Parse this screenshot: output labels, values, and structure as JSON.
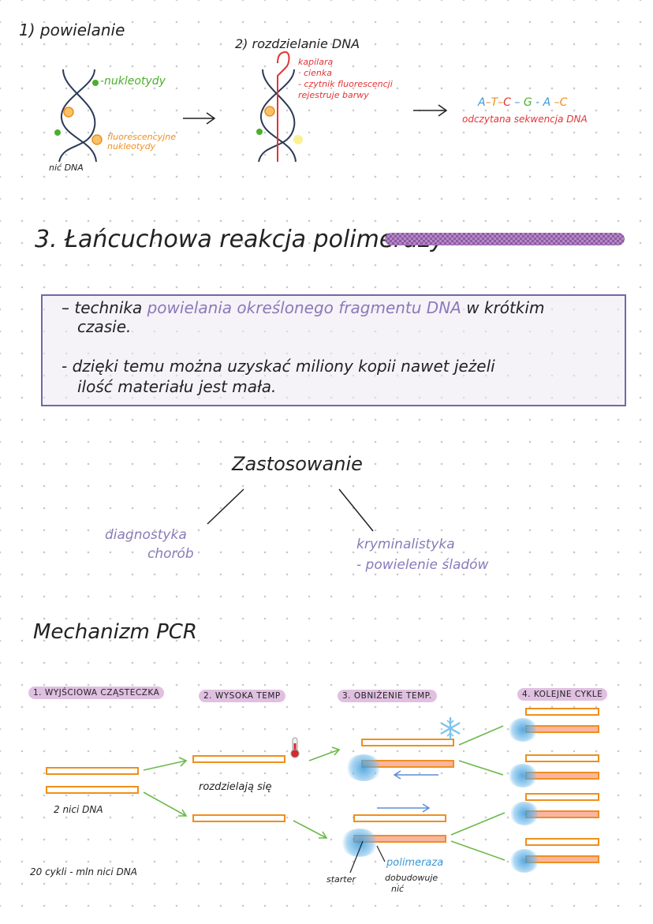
{
  "top": {
    "step1": {
      "title": "1) powielanie",
      "nucleotides": "-nukleotydy",
      "fluor": "fluorescencyjne nukleotydy",
      "strand": "nić DNA"
    },
    "step2": {
      "title": "2) rozdzielanie DNA",
      "notes": [
        "kapilara",
        "· cienka",
        "- czytnik fluorescencji",
        "rejestruje barwy"
      ]
    },
    "result": {
      "sequence": [
        {
          "t": "A",
          "c": "#3a9ad9"
        },
        {
          "t": "–T–",
          "c": "#ef8f1e"
        },
        {
          "t": "C",
          "c": "#e33434"
        },
        {
          "t": " – ",
          "c": "#3a9ad9"
        },
        {
          "t": "G",
          "c": "#4caf2a"
        },
        {
          "t": " - A ",
          "c": "#3a9ad9"
        },
        {
          "t": "–C",
          "c": "#ef8f1e"
        }
      ],
      "label": "odczytana sekwencja DNA"
    }
  },
  "pcr": {
    "title": "3. Łańcuchowa reakcja polimerazy",
    "bullet1_pre": "– technika ",
    "bullet1_hl": "powielania określonego fragmentu DNA",
    "bullet1_post": " w krótkim",
    "bullet1_line2": "czasie.",
    "bullet2_line1": "- dzięki temu można uzyskać miliony kopii nawet jeżeli",
    "bullet2_line2": "ilość materiału jest mała."
  },
  "applications": {
    "title": "Zastosowanie",
    "left_line1": "diagnostyka",
    "left_line2": "chorób",
    "right_line1": "kryminalistyka",
    "right_line2": "- powielenie śladów"
  },
  "mechanism": {
    "title": "Mechanizm PCR",
    "steps": [
      "1. WYJŚCIOWA CZĄSTECZKA",
      "2. WYSOKA TEMP",
      "3. OBNIŻENIE TEMP.",
      "4. KOLEJNE CYKLE"
    ],
    "two_strands": "2 nici DNA",
    "separate": "rozdzielają się",
    "polymerase": "polimeraza",
    "primer": "starter",
    "builds": "dobudowuje",
    "builds2": "nić",
    "cycles": "20 cykli - mln nici DNA"
  },
  "colors": {
    "green": "#4caf2a",
    "orange": "#ef8f1e",
    "red": "#e33434",
    "purple": "#8a7ab8",
    "frame": "#7567a6"
  },
  "icons": [
    "thermometer-icon",
    "snowflake-icon"
  ]
}
